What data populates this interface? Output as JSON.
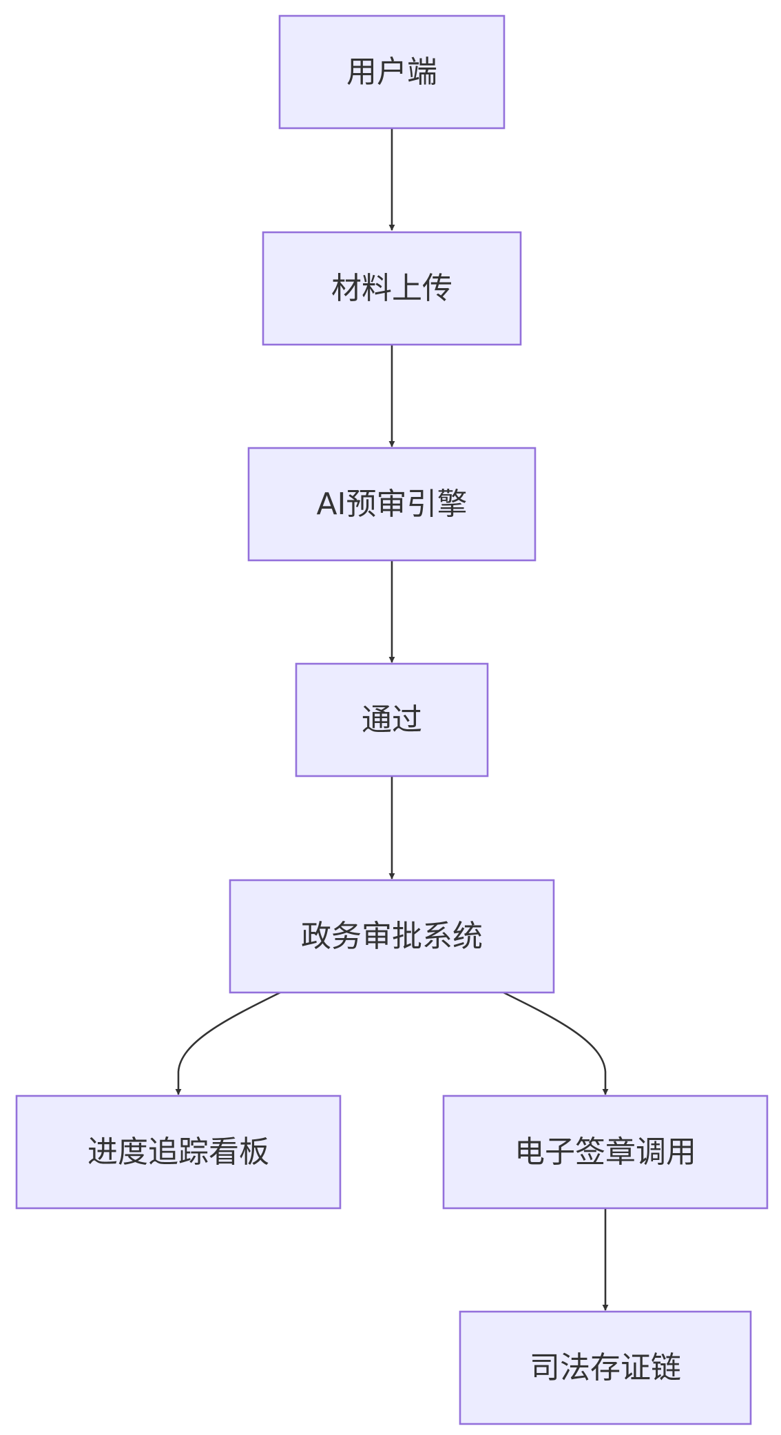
{
  "diagram": {
    "type": "flowchart",
    "direction": "top-down",
    "colors": {
      "node_fill": "#ECECFF",
      "node_stroke": "#9370DB",
      "edge": "#333333",
      "text": "#333333"
    },
    "nodes": {
      "user_client": "用户端",
      "material_upload": "材料上传",
      "ai_review": "AI预审引擎",
      "passed": "通过",
      "gov_approval": "政务审批系统",
      "progress_board": "进度追踪看板",
      "e_signature": "电子签章调用",
      "judicial_chain": "司法存证链"
    },
    "edges": [
      {
        "from": "user_client",
        "to": "material_upload"
      },
      {
        "from": "material_upload",
        "to": "ai_review"
      },
      {
        "from": "ai_review",
        "to": "passed"
      },
      {
        "from": "passed",
        "to": "gov_approval"
      },
      {
        "from": "gov_approval",
        "to": "progress_board"
      },
      {
        "from": "gov_approval",
        "to": "e_signature"
      },
      {
        "from": "e_signature",
        "to": "judicial_chain"
      }
    ]
  }
}
